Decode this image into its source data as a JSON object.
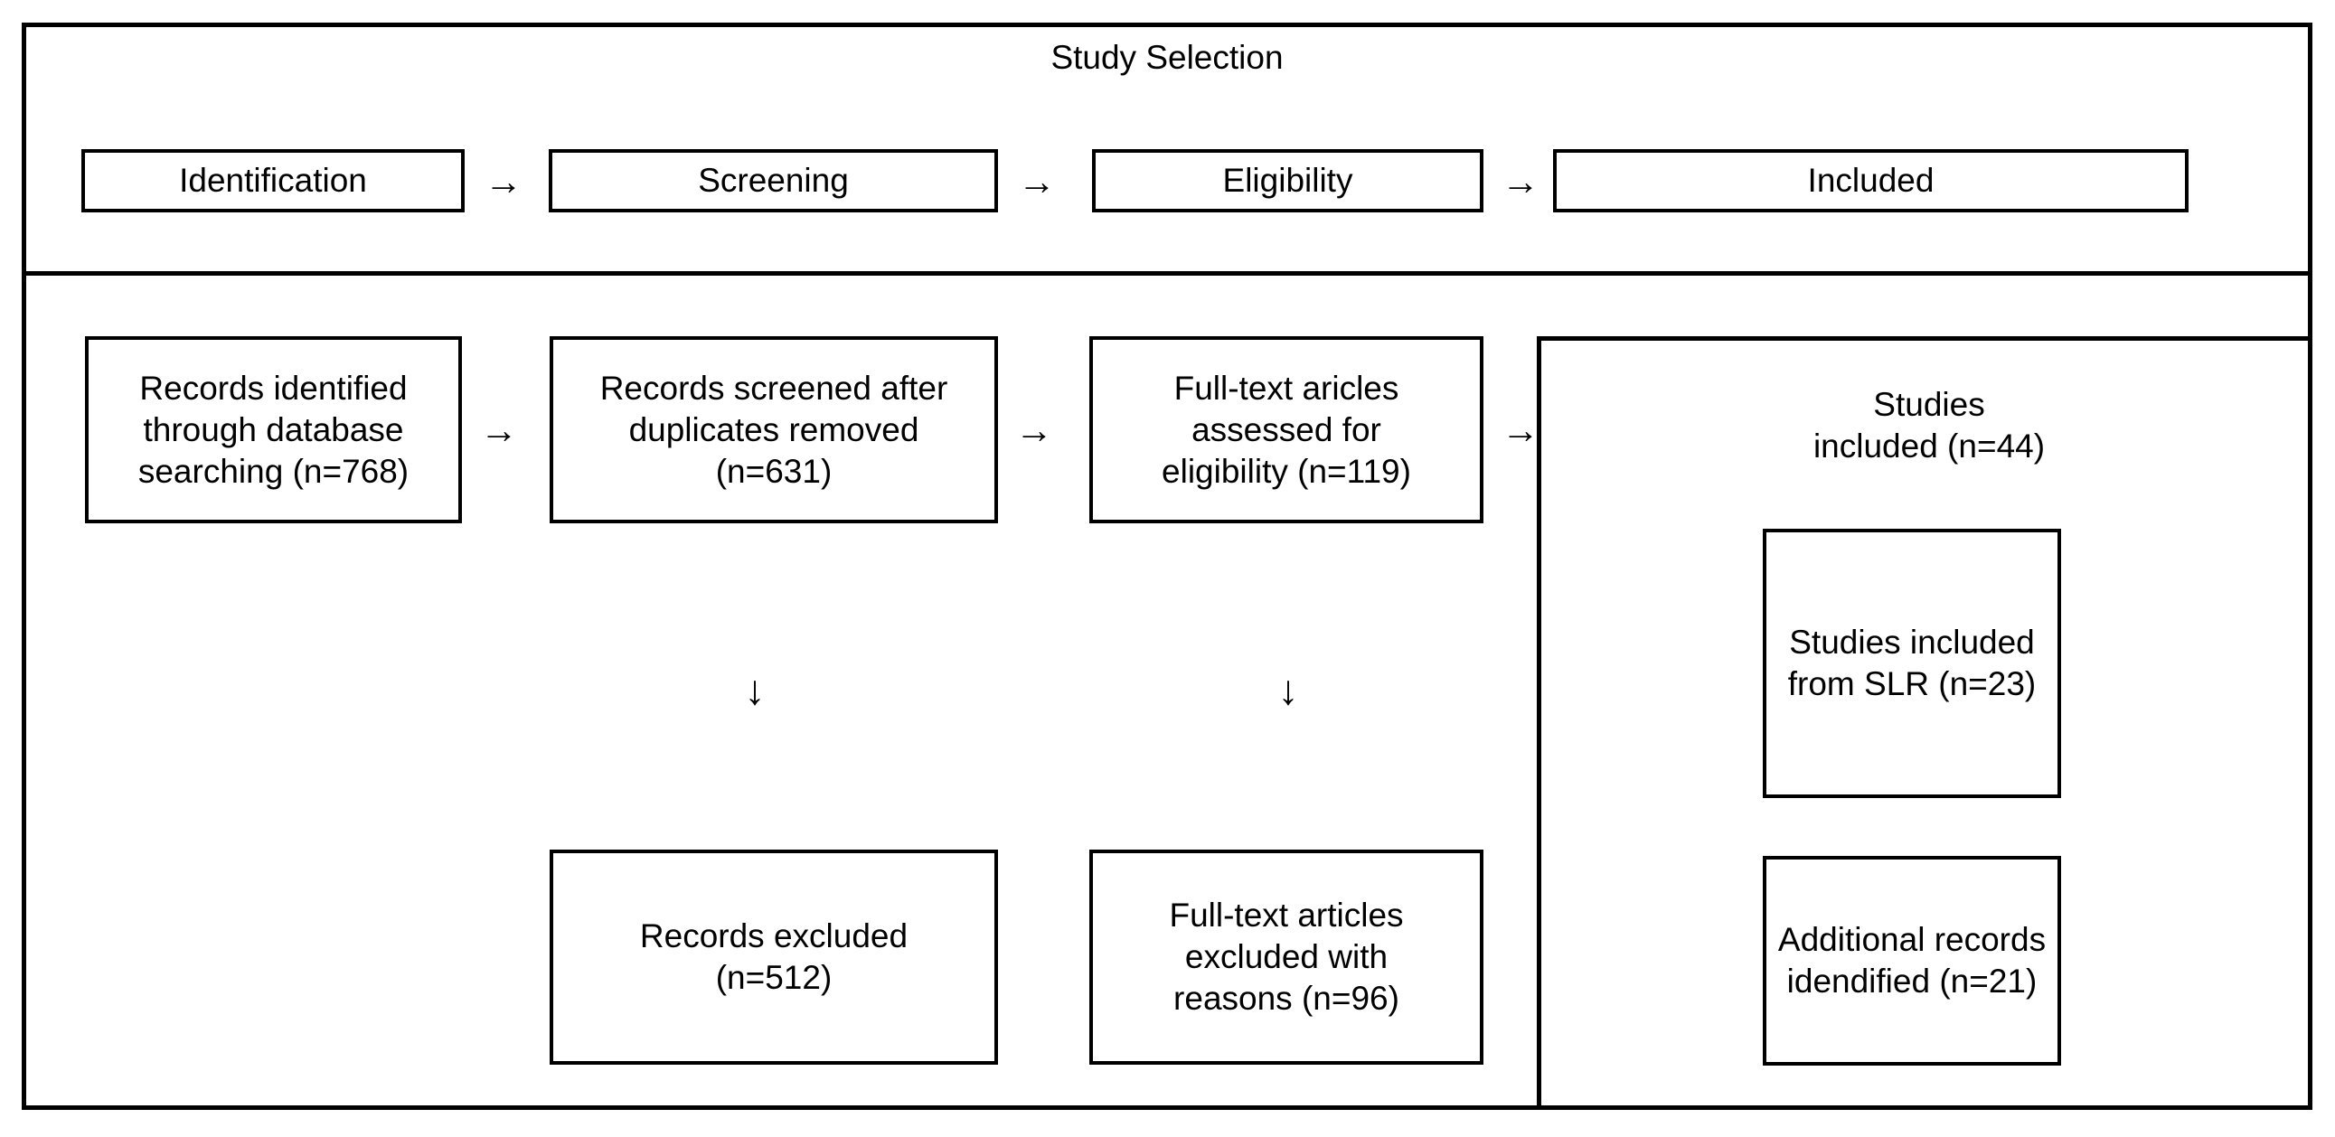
{
  "diagram": {
    "title": "Study Selection",
    "type": "prisma-flow-diagram"
  },
  "stages": {
    "arrow_glyph": "→",
    "items": [
      {
        "label": "Identification"
      },
      {
        "label": "Screening"
      },
      {
        "label": "Eligibility"
      },
      {
        "label": "Included"
      }
    ]
  },
  "flow": {
    "arrow_right_glyph": "→",
    "arrow_down_glyph": "↓",
    "identification": {
      "label": "Records identified\nthrough database\nsearching (n=768)",
      "count": 768
    },
    "screening": {
      "label": "Records screened after\nduplicates removed\n(n=631)",
      "count": 631
    },
    "eligibility": {
      "label": "Full-text aricles\nassessed for\neligibility (n=119)",
      "count": 119
    },
    "records_excluded": {
      "label": "Records excluded\n(n=512)",
      "count": 512
    },
    "fulltext_excluded": {
      "label": "Full-text articles\nexcluded with\nreasons (n=96)",
      "count": 96
    }
  },
  "included": {
    "summary": "Studies\nincluded (n=44)",
    "summary_count": 44,
    "sub_boxes": [
      {
        "label": "Studies\nincluded from\nSLR (n=23)",
        "count": 23
      },
      {
        "label": "Additional\nrecords\nidendified\n(n=21)",
        "count": 21
      }
    ]
  },
  "chart_data": {
    "type": "diagram",
    "title": "Study Selection",
    "stages": [
      "Identification",
      "Screening",
      "Eligibility",
      "Included"
    ],
    "nodes": [
      {
        "id": "identified",
        "stage": "Identification",
        "text": "Records identified through database searching (n=768)",
        "n": 768
      },
      {
        "id": "screened",
        "stage": "Screening",
        "text": "Records screened after duplicates removed (n=631)",
        "n": 631
      },
      {
        "id": "eligibility",
        "stage": "Eligibility",
        "text": "Full-text aricles assessed for eligibility (n=119)",
        "n": 119
      },
      {
        "id": "records_excluded",
        "stage": "Screening",
        "text": "Records excluded (n=512)",
        "n": 512
      },
      {
        "id": "fulltext_excluded",
        "stage": "Eligibility",
        "text": "Full-text articles excluded with reasons (n=96)",
        "n": 96
      },
      {
        "id": "included",
        "stage": "Included",
        "text": "Studies included (n=44)",
        "n": 44
      },
      {
        "id": "included_slr",
        "stage": "Included",
        "text": "Studies included from SLR (n=23)",
        "n": 23
      },
      {
        "id": "included_addl",
        "stage": "Included",
        "text": "Additional records idendified (n=21)",
        "n": 21
      }
    ],
    "edges": [
      {
        "from": "identified",
        "to": "screened",
        "direction": "right"
      },
      {
        "from": "screened",
        "to": "eligibility",
        "direction": "right"
      },
      {
        "from": "eligibility",
        "to": "included",
        "direction": "right"
      },
      {
        "from": "screened",
        "to": "records_excluded",
        "direction": "down"
      },
      {
        "from": "eligibility",
        "to": "fulltext_excluded",
        "direction": "down"
      }
    ]
  },
  "colors": {
    "stroke": "#000000",
    "background": "#ffffff",
    "text": "#000000"
  }
}
